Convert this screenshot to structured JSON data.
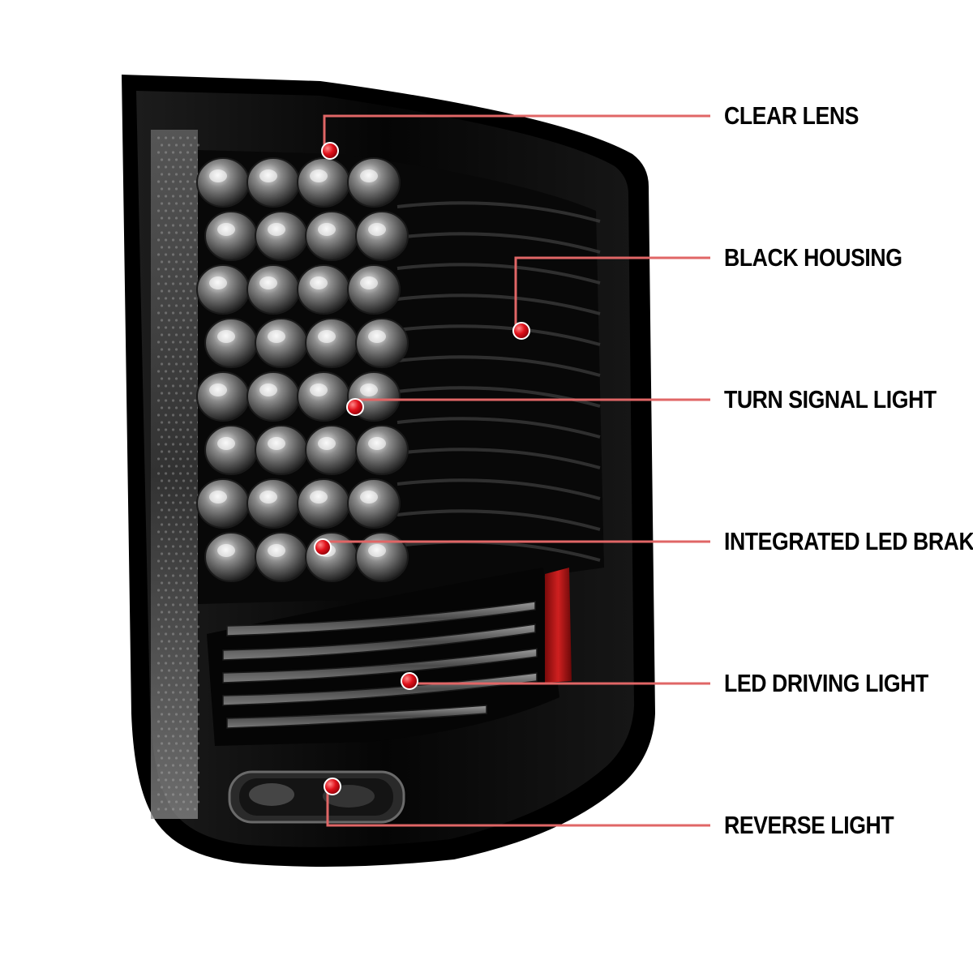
{
  "callouts": [
    {
      "id": "clear-lens",
      "label": "CLEAR LENS"
    },
    {
      "id": "black-housing",
      "label": "BLACK HOUSING"
    },
    {
      "id": "turn-signal-light",
      "label": "TURN SIGNAL LIGHT"
    },
    {
      "id": "integrated-led-brake",
      "label": "INTEGRATED LED BRAKE"
    },
    {
      "id": "led-driving-light",
      "label": "LED DRIVING LIGHT"
    },
    {
      "id": "reverse-light",
      "label": "REVERSE LIGHT"
    }
  ],
  "colors": {
    "background": "#ffffff",
    "callout_line": "#e06666",
    "callout_dot": "#e0101a",
    "housing": "#0a0a0a",
    "lens": "#2a2a2a",
    "side_marker": "#c01818",
    "label_text": "#000000"
  }
}
